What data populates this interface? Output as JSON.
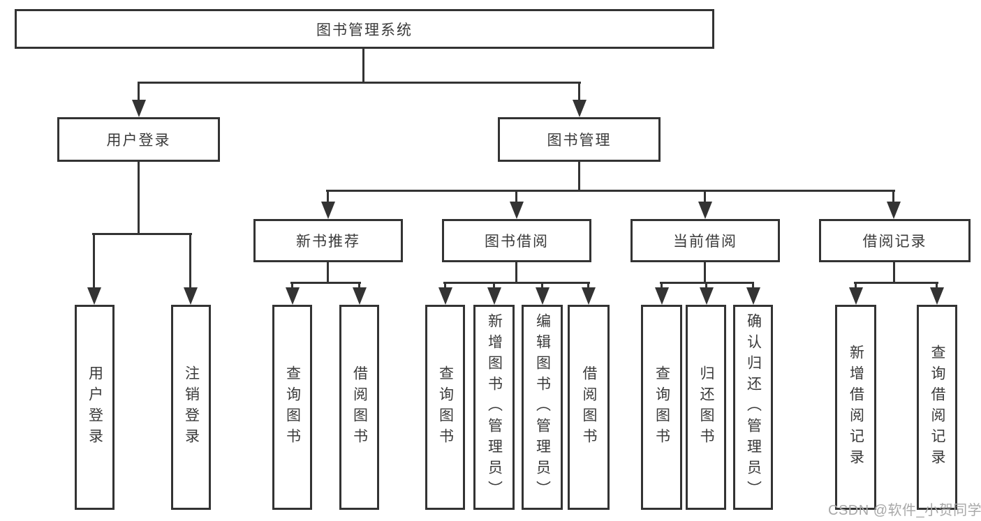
{
  "diagram": {
    "type": "hierarchy-tree",
    "line_color": "#333333",
    "box_background": "#ffffff",
    "root": {
      "label": "图书管理系统"
    },
    "level2": [
      {
        "label": "用户登录"
      },
      {
        "label": "图书管理"
      }
    ],
    "level3": [
      {
        "label": "新书推荐"
      },
      {
        "label": "图书借阅"
      },
      {
        "label": "当前借阅"
      },
      {
        "label": "借阅记录"
      }
    ],
    "leaves": [
      {
        "label": "用户登录"
      },
      {
        "label": "注销登录"
      },
      {
        "label": "查询图书"
      },
      {
        "label": "借阅图书"
      },
      {
        "label": "查询图书"
      },
      {
        "label": "新增图书（管理员）"
      },
      {
        "label": "编辑图书（管理员）"
      },
      {
        "label": "借阅图书"
      },
      {
        "label": "查询图书"
      },
      {
        "label": "归还图书"
      },
      {
        "label": "确认归还（管理员）"
      },
      {
        "label": "新增借阅记录"
      },
      {
        "label": "查询借阅记录"
      }
    ]
  },
  "watermark": {
    "text": "CSDN @软件_小贺同学",
    "color": "#a8a8a8"
  }
}
